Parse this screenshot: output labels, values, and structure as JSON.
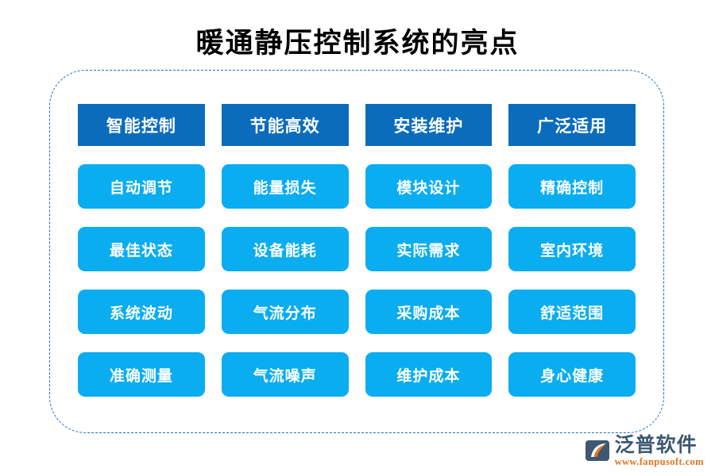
{
  "title": "暖通静压控制系统的亮点",
  "columns": [
    {
      "header": "智能控制",
      "items": [
        "自动调节",
        "最佳状态",
        "系统波动",
        "准确测量"
      ]
    },
    {
      "header": "节能高效",
      "items": [
        "能量损失",
        "设备能耗",
        "气流分布",
        "气流噪声"
      ]
    },
    {
      "header": "安装维护",
      "items": [
        "模块设计",
        "实际需求",
        "采购成本",
        "维护成本"
      ]
    },
    {
      "header": "广泛适用",
      "items": [
        "精确控制",
        "室内环境",
        "舒适范围",
        "身心健康"
      ]
    }
  ],
  "logo": {
    "name": "泛普软件",
    "url": "www.fanpusoft.com",
    "mark_icon": "fanpu-logo-icon"
  },
  "colors": {
    "header_blue": "#0b6cbc",
    "cell_blue": "#0aadf0",
    "dashed_border": "#1b6fc4",
    "title_text": "#000000",
    "logo_name": "#3e5871",
    "logo_url": "#e2741f",
    "logo_mark_dark": "#3e5871",
    "logo_mark_accent": "#e2741f",
    "background": "#ffffff"
  }
}
